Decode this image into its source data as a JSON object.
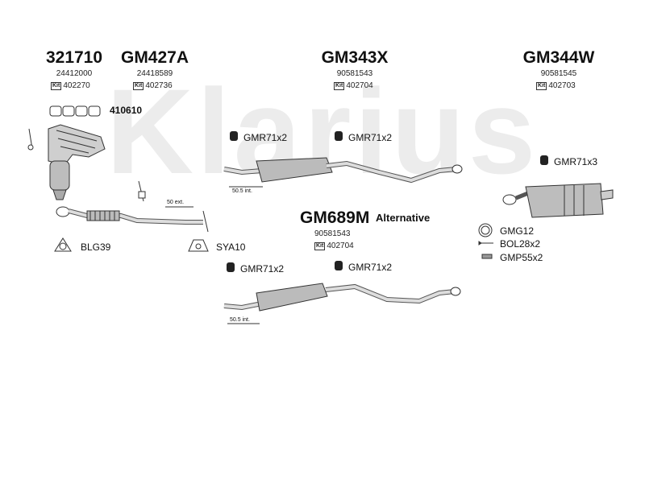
{
  "watermark": "Klarius",
  "groups": [
    {
      "code": "321710",
      "number": "24412000",
      "kit": "402270"
    },
    {
      "code": "GM427A",
      "number": "24418589",
      "kit": "402736"
    },
    {
      "code": "GM343X",
      "number": "90581543",
      "kit": "402704"
    },
    {
      "code": "GM344W",
      "number": "90581545",
      "kit": "402703"
    }
  ],
  "kit_badge": "Kit",
  "alternative": {
    "code": "GM689M",
    "label": "Alternative",
    "number": "90581543",
    "kit": "402704"
  },
  "parts": {
    "gasket_410610": "410610",
    "gmr_a": "GMR71x2",
    "gmr_b": "GMR71x2",
    "gmr_c": "GMR71x3",
    "gmr_d": "GMR71x2",
    "gmr_e": "GMR71x2",
    "blg": "BLG39",
    "sya": "SYA10",
    "gmg": "GMG12",
    "bol": "BOL28x2",
    "gmp": "GMP55x2"
  },
  "dims": {
    "ext": "50 ext.",
    "int_a": "50.5 int.",
    "int_b": "50.5 int."
  }
}
